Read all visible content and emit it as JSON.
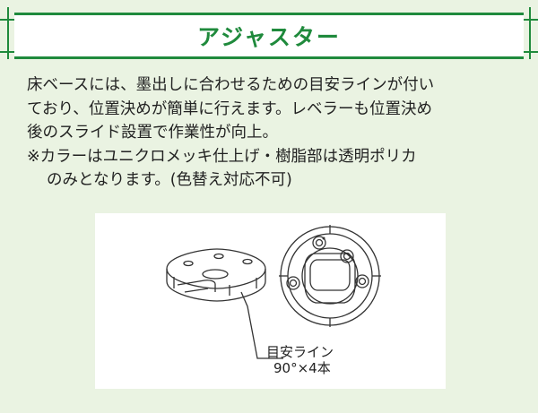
{
  "header": {
    "title": "アジャスター"
  },
  "body": {
    "lines": [
      "床ベースには、墨出しに合わせるための目安ラインが付い",
      "ており、位置決めが簡単に行えます。レベラーも位置決め",
      "後のスライド設置で作業性が向上。",
      "※カラーはユニクロメッキ仕上げ・樹脂部は透明ポリカ",
      "のみとなります。(色替え対応不可)"
    ]
  },
  "figure": {
    "label_line1": "目安ライン",
    "label_line2": "90°×4本"
  },
  "colors": {
    "accent": "#1f8a3c",
    "panel": "#eaf3e2"
  }
}
